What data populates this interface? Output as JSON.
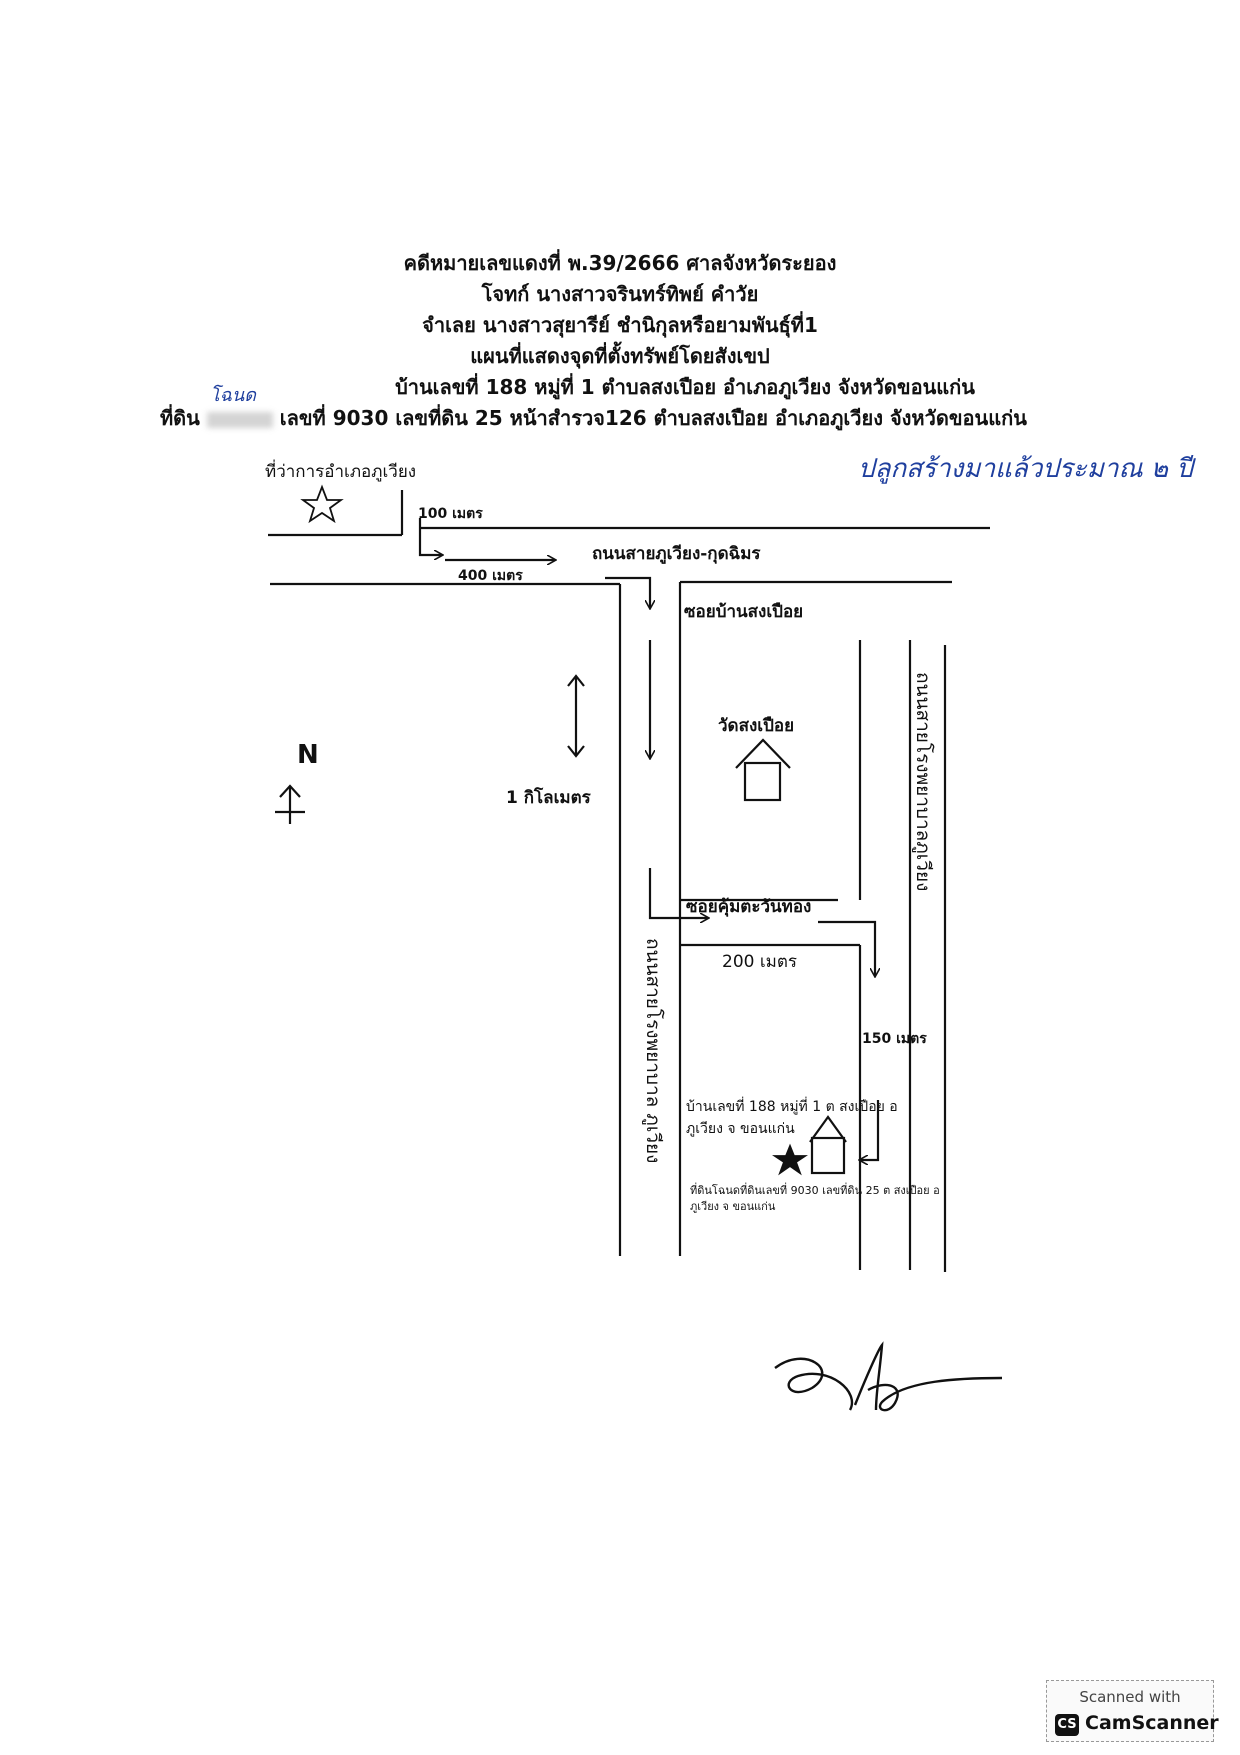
{
  "header": {
    "line1": "คดีหมายเลขแดงที่ พ.39/2666  ศาลจังหวัดระยอง",
    "line2": "โจทก์ นางสาวจรินทร์ทิพย์  คำวัย",
    "line3": "จำเลย นางสาวสุยารีย์   ชำนิกุลหรือยามพันธุ์ที่1",
    "line4": "แผนที่แสดงจุดที่ตั้งทรัพย์โดยสังเขป",
    "line5": "บ้านเลขที่ 188 หมู่ที่ 1  ตำบลสงเปือย อำเภอภูเวียง จังหวัดขอนแก่น",
    "line6a": "ที่ดิน",
    "line6b": "เลขที่ 9030 เลขที่ดิน 25 หน้าสำรวจ126  ตำบลสงเปือย อำเภอภูเวียง จังหวัดขอนแก่น"
  },
  "handwritten": {
    "header_note": "โฉนด",
    "top_right_note": "ปลูกสร้างมาแล้วประมาณ ๒ ปี"
  },
  "map": {
    "district_office": "ที่ว่าการอำเภอภูเวียง",
    "dist_100m": "100 เมตร",
    "dist_400m": "400 เมตร",
    "main_road": "ถนนสายภูเวียง-กุดฉิมร",
    "soi_songpuey": "ซอยบ้านสงเปือย",
    "temple": "วัดสงเปือย",
    "dist_1km": "1 กิโลเมตร",
    "north": "N",
    "soi_khum": "ซอยคุ้มตะวันทอง",
    "dist_200m": "200 เมตร",
    "dist_150m": "150 เมตร",
    "road_left_vertical": "ถนนสายโรงพยาบาล ภูเวียง",
    "road_right_vertical": "ถนนสายโรงพยาบาลภูเวียง",
    "house_label_1": "บ้านเลขที่ 188 หมู่ที่ 1 ต สงเปือย อ",
    "house_label_2": "ภูเวียง จ ขอนแก่น",
    "land_label_1": "ที่ดินโฉนดที่ดินเลขที่ 9030 เลขที่ดิน 25 ต สงเปือย อ",
    "land_label_2": "ภูเวียง จ ขอนแก่น"
  },
  "stamp": {
    "line1": "Scanned with",
    "logo": "CS",
    "name": "CamScanner"
  },
  "colors": {
    "ink": "#111111",
    "handwriting": "#1f3f9e"
  }
}
